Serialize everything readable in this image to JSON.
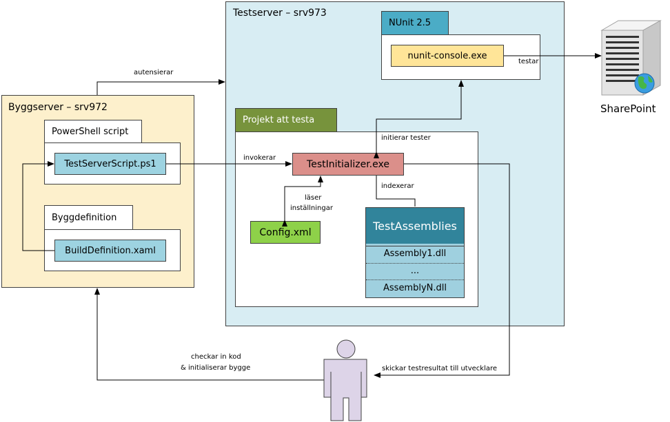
{
  "build_server": {
    "title": "Byggserver – srv972",
    "powershell": {
      "tab": "PowerShell script",
      "file": "TestServerScript.ps1"
    },
    "build_def": {
      "tab": "Byggdefinition",
      "file": "BuildDefinition.xaml"
    }
  },
  "test_server": {
    "title": "Testserver – srv973",
    "nunit": {
      "tab": "NUnit 2.5",
      "console": "nunit-console.exe"
    },
    "project": {
      "tab": "Projekt att testa",
      "initializer": "TestInitializer.exe",
      "config": "Config.xml",
      "assemblies": {
        "title": "TestAssemblies",
        "items": [
          "Assembly1.dll",
          "...",
          "AssemblyN.dll"
        ]
      }
    }
  },
  "sharepoint": {
    "label": "SharePoint"
  },
  "labels": {
    "autentiserar": "autensierar",
    "testar": "testar",
    "initierar": "initierar tester",
    "invokerar": "invokerar",
    "indexerar": "indexerar",
    "laser": "läser",
    "installningar": "inställningar",
    "checkar_1": "checkar in kod",
    "checkar_2": "& initialiserar bygge",
    "skickar": "skickar testresultat till utvecklare"
  },
  "colors": {
    "build_bg": "#fdf0cc",
    "test_bg": "#d8edf3",
    "nunit_tab": "#4bacc6",
    "console_box": "#ffe598",
    "file_box": "#9dd3e1",
    "project_tab": "#77933c",
    "initializer_box": "#db8f8a",
    "config_box": "#8ed149",
    "assemblies_header": "#31849b",
    "assemblies_body": "#9fd0df",
    "person": "#ddd4e8"
  }
}
